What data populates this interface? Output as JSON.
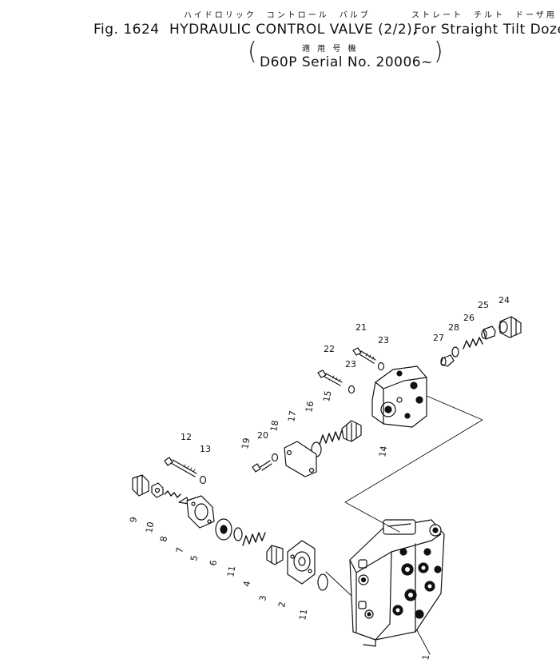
{
  "header": {
    "jp_title": "ハイドロリック　コントロール　バルブ",
    "jp_subtitle": "ストレート　チルト　ドーザ用",
    "fig_no": "Fig. 1624",
    "title": "HYDRAULIC CONTROL VALVE (2/2),",
    "subtitle": "For Straight Tilt Dozer",
    "jp_serial_label": "適 用 号 機",
    "serial": "D60P Serial No. 20006~"
  },
  "parts": [
    {
      "id": "p1",
      "number": "1"
    },
    {
      "id": "p2",
      "number": "2"
    },
    {
      "id": "p3",
      "number": "3"
    },
    {
      "id": "p4",
      "number": "4"
    },
    {
      "id": "p5",
      "number": "5"
    },
    {
      "id": "p6",
      "number": "6"
    },
    {
      "id": "p7",
      "number": "7"
    },
    {
      "id": "p8",
      "number": "8"
    },
    {
      "id": "p9",
      "number": "9"
    },
    {
      "id": "p10",
      "number": "10"
    },
    {
      "id": "p11a",
      "number": "11"
    },
    {
      "id": "p11b",
      "number": "11"
    },
    {
      "id": "p12",
      "number": "12"
    },
    {
      "id": "p13",
      "number": "13"
    },
    {
      "id": "p14",
      "number": "14"
    },
    {
      "id": "p15",
      "number": "15"
    },
    {
      "id": "p16",
      "number": "16"
    },
    {
      "id": "p17",
      "number": "17"
    },
    {
      "id": "p18",
      "number": "18"
    },
    {
      "id": "p19",
      "number": "19"
    },
    {
      "id": "p20",
      "number": "20"
    },
    {
      "id": "p21",
      "number": "21"
    },
    {
      "id": "p22",
      "number": "22"
    },
    {
      "id": "p23a",
      "number": "23"
    },
    {
      "id": "p23b",
      "number": "23"
    },
    {
      "id": "p24",
      "number": "24"
    },
    {
      "id": "p25",
      "number": "25"
    },
    {
      "id": "p26",
      "number": "26"
    },
    {
      "id": "p27",
      "number": "27"
    },
    {
      "id": "p28",
      "number": "28"
    }
  ]
}
